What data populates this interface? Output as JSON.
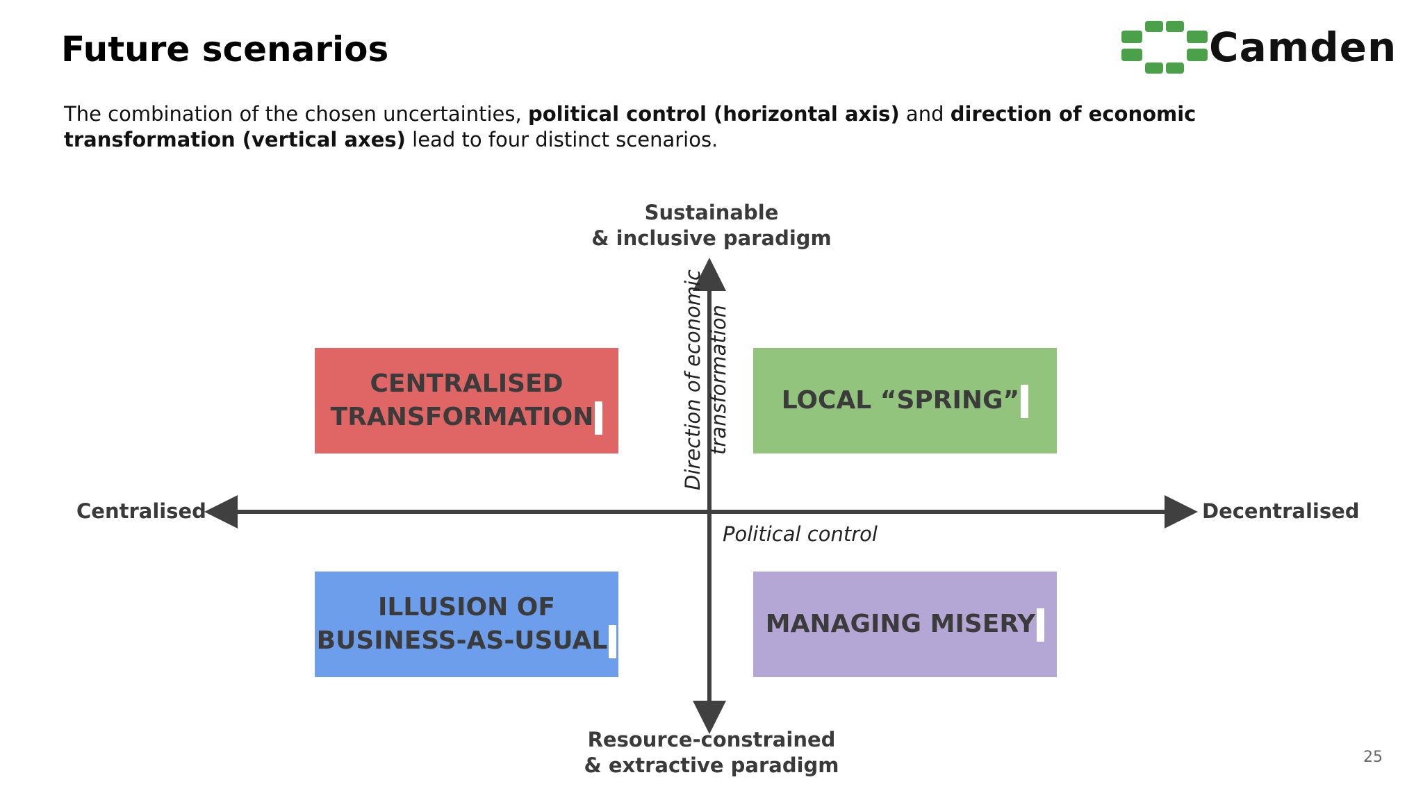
{
  "slide": {
    "title": "Future scenarios",
    "intro": {
      "part1": "The combination of the chosen uncertainties, ",
      "bold1": "political control (horizontal axis)",
      "part2": " and ",
      "bold2": "direction of economic transformation (vertical axes)",
      "part3": " lead to four distinct scenarios."
    },
    "page_number": "25"
  },
  "logo": {
    "text": "Camden",
    "color": "#4aa14a"
  },
  "axes": {
    "top": [
      "Sustainable",
      "& inclusive paradigm"
    ],
    "bottom": [
      "Resource-constrained",
      "& extractive paradigm"
    ],
    "left": "Centralised",
    "right": "Decentralised",
    "horizontal_name": "Political control",
    "vertical_name": [
      "Direction of economic",
      "transformation"
    ],
    "line_color": "#404040"
  },
  "quadrants": {
    "top_left": {
      "lines": [
        "CENTRALISED",
        "TRANSFORMATION"
      ],
      "color": "#e06666"
    },
    "top_right": {
      "lines": [
        "LOCAL “SPRING”"
      ],
      "color": "#93c47d"
    },
    "bottom_left": {
      "lines": [
        "ILLUSION OF",
        "BUSINESS-AS-USUAL"
      ],
      "color": "#6d9eeb"
    },
    "bottom_right": {
      "lines": [
        "MANAGING MISERY"
      ],
      "color": "#b4a7d6"
    }
  }
}
